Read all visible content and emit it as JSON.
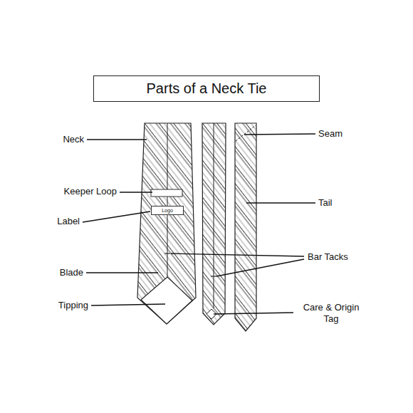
{
  "diagram": {
    "title": "Parts of a Neck Tie",
    "nodes": [
      {
        "text": [
          "Logo"
        ]
      }
    ],
    "labels": [
      "Neck",
      "Seam",
      "Keeper Loop",
      "Tail",
      "Label",
      "Bar Tacks",
      "Blade",
      "Tipping",
      "Care & Origin Tag"
    ]
  }
}
